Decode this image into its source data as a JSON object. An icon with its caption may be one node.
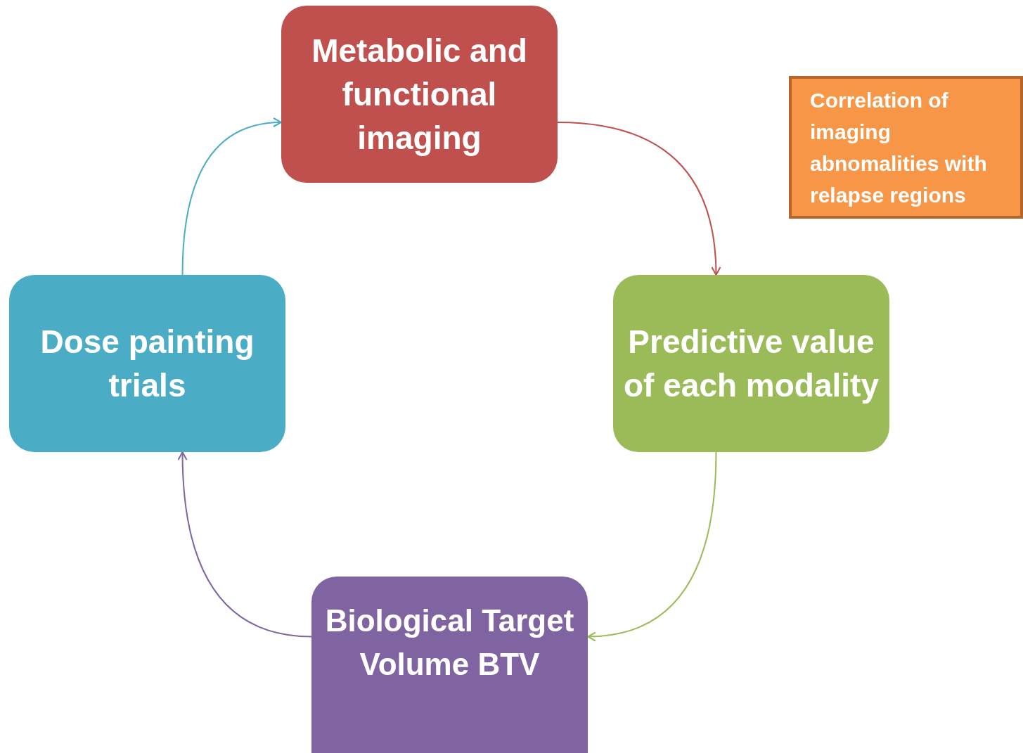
{
  "diagram": {
    "nodes": [
      {
        "text": [
          "Metabolic and functional imaging"
        ]
      },
      {
        "text": [
          "Correlation of imaging abnomalities with relapse regions"
        ]
      },
      {
        "text": [
          "Predictive value of each modality"
        ]
      },
      {
        "text": [
          "Biological Target Volume BTV"
        ]
      },
      {
        "text": [
          "Dose painting trials"
        ]
      }
    ],
    "edges": [
      {
        "from": 0,
        "to": 2,
        "arrow": "to",
        "color": "#c0504d"
      },
      {
        "from": 2,
        "to": 3,
        "arrow": "to",
        "color": "#9bbb59"
      },
      {
        "from": 3,
        "to": 4,
        "arrow": "to",
        "color": "#8064a2"
      },
      {
        "from": 4,
        "to": 0,
        "arrow": "to",
        "color": "#4bacc6"
      }
    ]
  }
}
